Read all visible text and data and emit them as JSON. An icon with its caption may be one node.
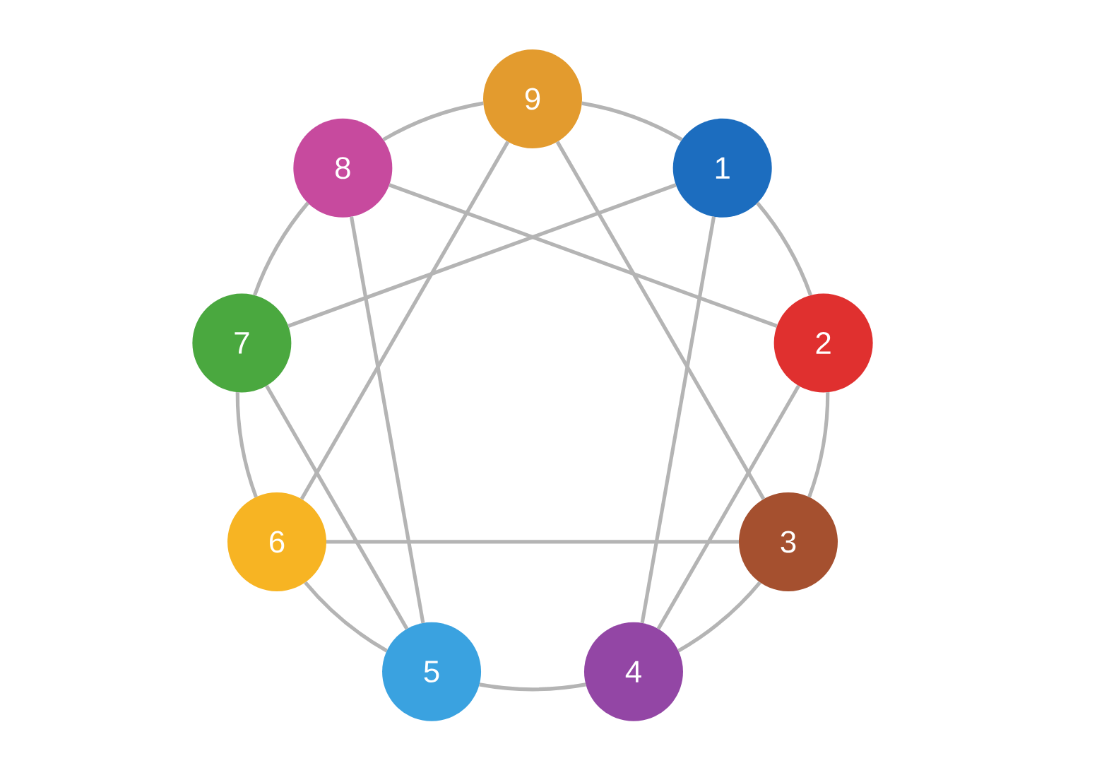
{
  "diagram": {
    "nodes": [
      {
        "text": [
          "9"
        ]
      },
      {
        "text": [
          "1"
        ]
      },
      {
        "text": [
          "2"
        ]
      },
      {
        "text": [
          "3"
        ]
      },
      {
        "text": [
          "4"
        ]
      },
      {
        "text": [
          "5"
        ]
      },
      {
        "text": [
          "6"
        ]
      },
      {
        "text": [
          "7"
        ]
      },
      {
        "text": [
          "8"
        ]
      }
    ],
    "edges": [
      {
        "from": 0,
        "to": 1,
        "arrow": "none"
      },
      {
        "from": 1,
        "to": 2,
        "arrow": "none"
      },
      {
        "from": 2,
        "to": 3,
        "arrow": "none"
      },
      {
        "from": 3,
        "to": 4,
        "arrow": "none"
      },
      {
        "from": 4,
        "to": 5,
        "arrow": "none"
      },
      {
        "from": 5,
        "to": 6,
        "arrow": "none"
      },
      {
        "from": 6,
        "to": 7,
        "arrow": "none"
      },
      {
        "from": 7,
        "to": 8,
        "arrow": "none"
      },
      {
        "from": 8,
        "to": 0,
        "arrow": "none"
      },
      {
        "from": 0,
        "to": 3,
        "arrow": "none"
      },
      {
        "from": 0,
        "to": 6,
        "arrow": "none"
      },
      {
        "from": 6,
        "to": 3,
        "arrow": "none"
      },
      {
        "from": 1,
        "to": 4,
        "arrow": "none"
      },
      {
        "from": 4,
        "to": 2,
        "arrow": "none"
      },
      {
        "from": 2,
        "to": 8,
        "arrow": "none"
      },
      {
        "from": 8,
        "to": 5,
        "arrow": "none"
      },
      {
        "from": 5,
        "to": 7,
        "arrow": "none"
      },
      {
        "from": 7,
        "to": 1,
        "arrow": "none"
      }
    ]
  }
}
